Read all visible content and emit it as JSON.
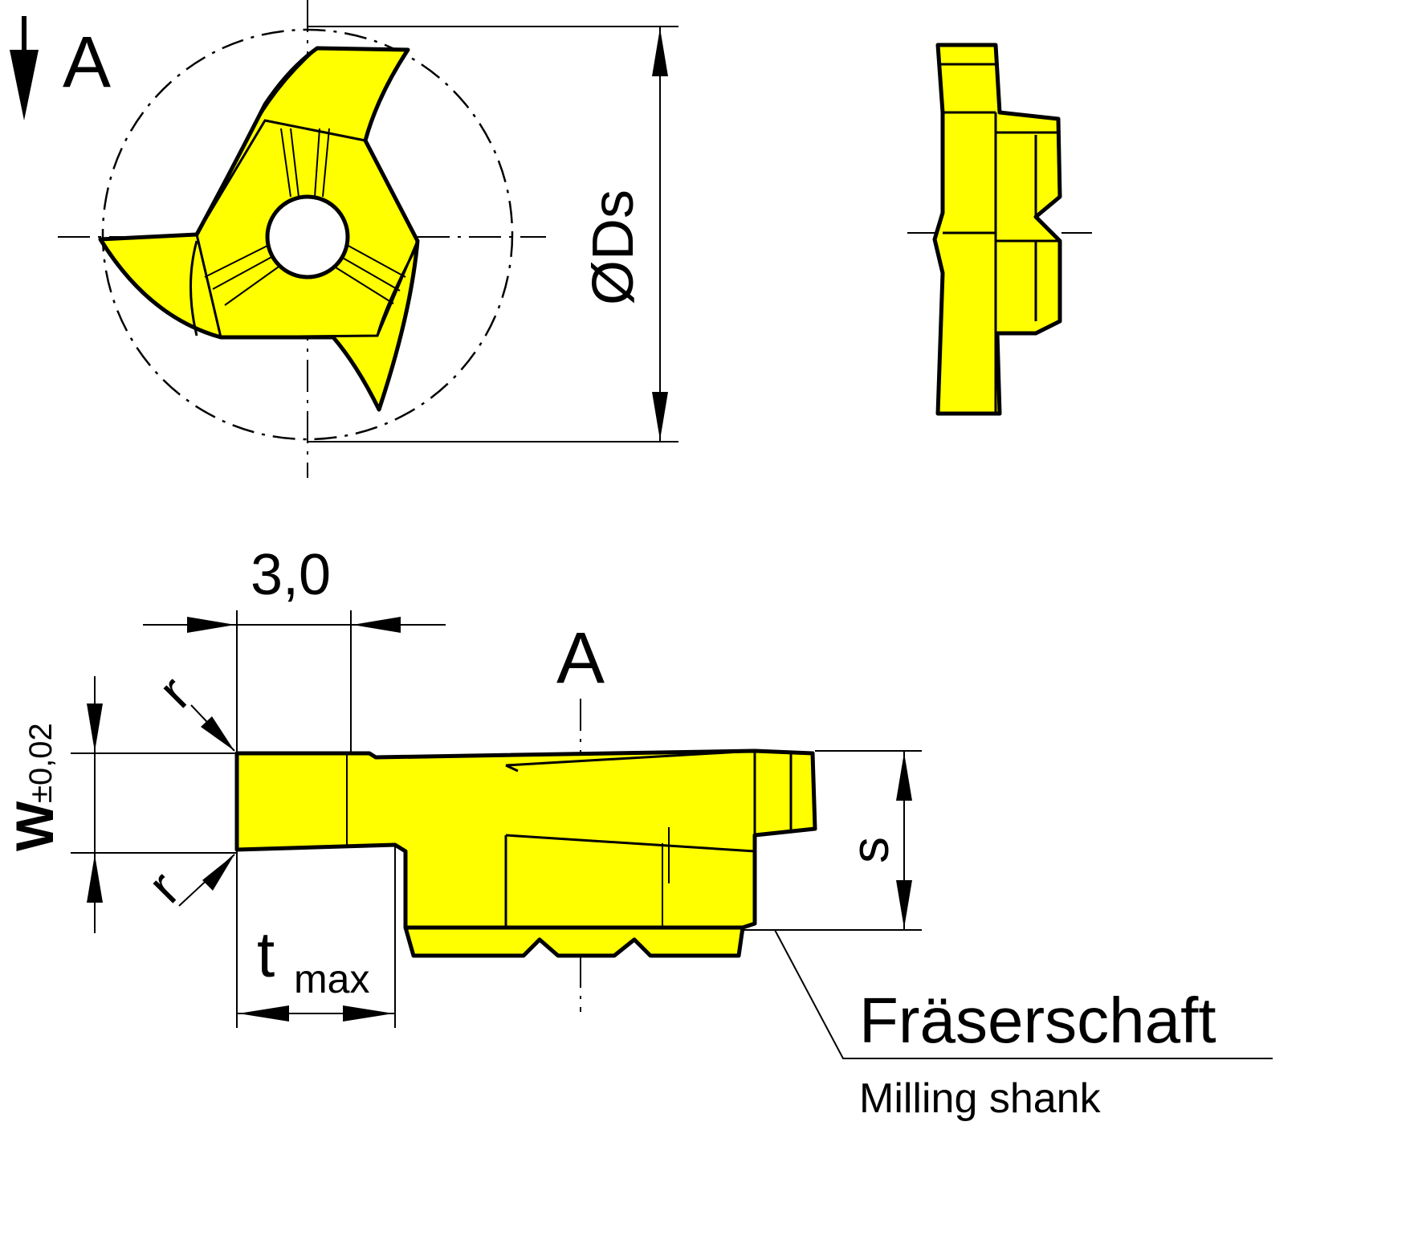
{
  "labels": {
    "view_marker": "A",
    "diameter": "ØDs",
    "pitch_dimension": "3,0",
    "section_marker": "A",
    "width": "W",
    "width_tolerance": "±0,02",
    "radius_top": "r",
    "radius_bottom": "r",
    "depth_t": "t",
    "depth_sub": "max",
    "thickness": "s",
    "shank_de": "Fräserschaft",
    "shank_en": "Milling shank"
  },
  "colors": {
    "insert_fill": "#ffff00",
    "line": "#000000"
  }
}
